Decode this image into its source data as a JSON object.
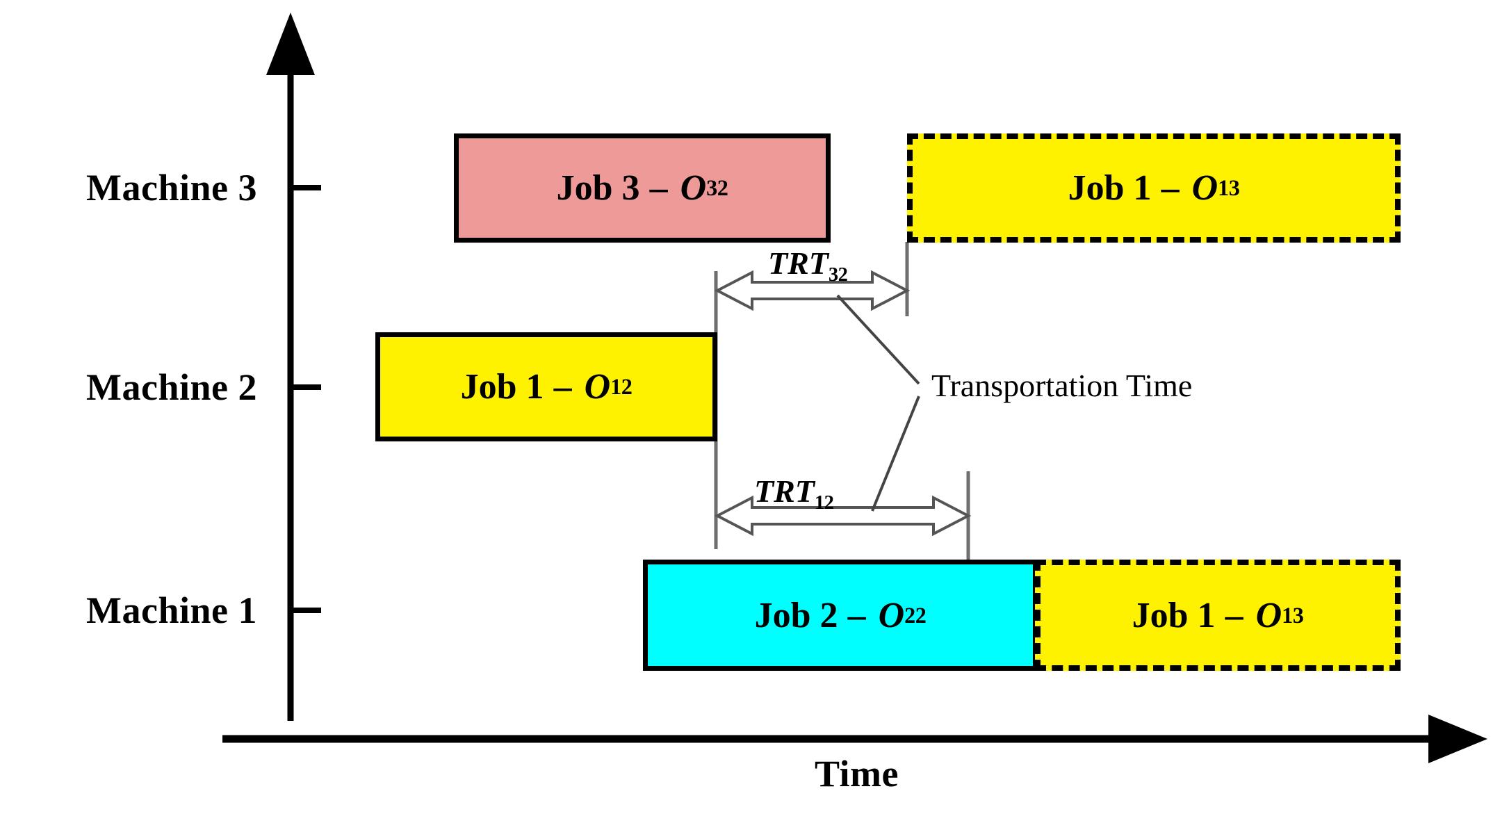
{
  "chart_data": {
    "type": "bar",
    "title": "",
    "xlabel": "Time",
    "ylabel": "",
    "grid": false,
    "legend": "none",
    "machines": [
      "Machine 1",
      "Machine 2",
      "Machine 3"
    ],
    "bars": [
      {
        "machine": "Machine 3",
        "job": "Job 3",
        "operation": "O",
        "operation_subscript": "32",
        "separator": "–",
        "color": "#ED9A98",
        "border": "solid",
        "start": 3.3,
        "end": 8.6
      },
      {
        "machine": "Machine 3",
        "job": "Job 1",
        "operation": "O",
        "operation_subscript": "13",
        "separator": "–",
        "color": "#FFF200",
        "border": "dashed",
        "start": 9.7,
        "end": 16.7
      },
      {
        "machine": "Machine 2",
        "job": "Job 1",
        "operation": "O",
        "operation_subscript": "12",
        "separator": "–",
        "color": "#FFF200",
        "border": "solid",
        "start": 2.2,
        "end": 7.1
      },
      {
        "machine": "Machine 1",
        "job": "Job 2",
        "operation": "O",
        "operation_subscript": "22",
        "separator": "–",
        "color": "#00FFFF",
        "border": "solid",
        "start": 6.0,
        "end": 11.6
      },
      {
        "machine": "Machine 1",
        "job": "Job 1",
        "operation": "O",
        "operation_subscript": "13",
        "separator": "–",
        "color": "#FFF200",
        "border": "dashed",
        "start": 11.6,
        "end": 16.7
      }
    ],
    "annotations": [
      {
        "name": "TRT32",
        "text": "TRT",
        "subscript": "32",
        "from": 7.1,
        "to": 9.7,
        "description": "Transportation Time"
      },
      {
        "name": "TRT12",
        "text": "TRT",
        "subscript": "12",
        "from": 7.1,
        "to": 11.6,
        "description": "Transportation Time"
      }
    ]
  },
  "axes": {
    "y_label_m3": "Machine 3",
    "y_label_m2": "Machine 2",
    "y_label_m1": "Machine 1",
    "x_label": "Time"
  },
  "bars": {
    "m3_pink": {
      "job": "Job 3",
      "dash": "–",
      "op": "O",
      "sub": "32"
    },
    "m3_yellow": {
      "job": "Job 1",
      "dash": "–",
      "op": "O",
      "sub": "13"
    },
    "m2_yellow": {
      "job": "Job 1",
      "dash": "–",
      "op": "O",
      "sub": "12"
    },
    "m1_cyan": {
      "job": "Job 2",
      "dash": "–",
      "op": "O",
      "sub": "22"
    },
    "m1_yellow": {
      "job": "Job 1",
      "dash": "–",
      "op": "O",
      "sub": "13"
    }
  },
  "annotations": {
    "trt32": {
      "text": "TRT",
      "sub": "32"
    },
    "trt12": {
      "text": "TRT",
      "sub": "12"
    },
    "transportation_time": "Transportation Time"
  },
  "colors": {
    "pink": "#ED9A98",
    "yellow": "#FFF200",
    "cyan": "#00FFFF",
    "outline": "#000000",
    "guide": "#808080"
  }
}
